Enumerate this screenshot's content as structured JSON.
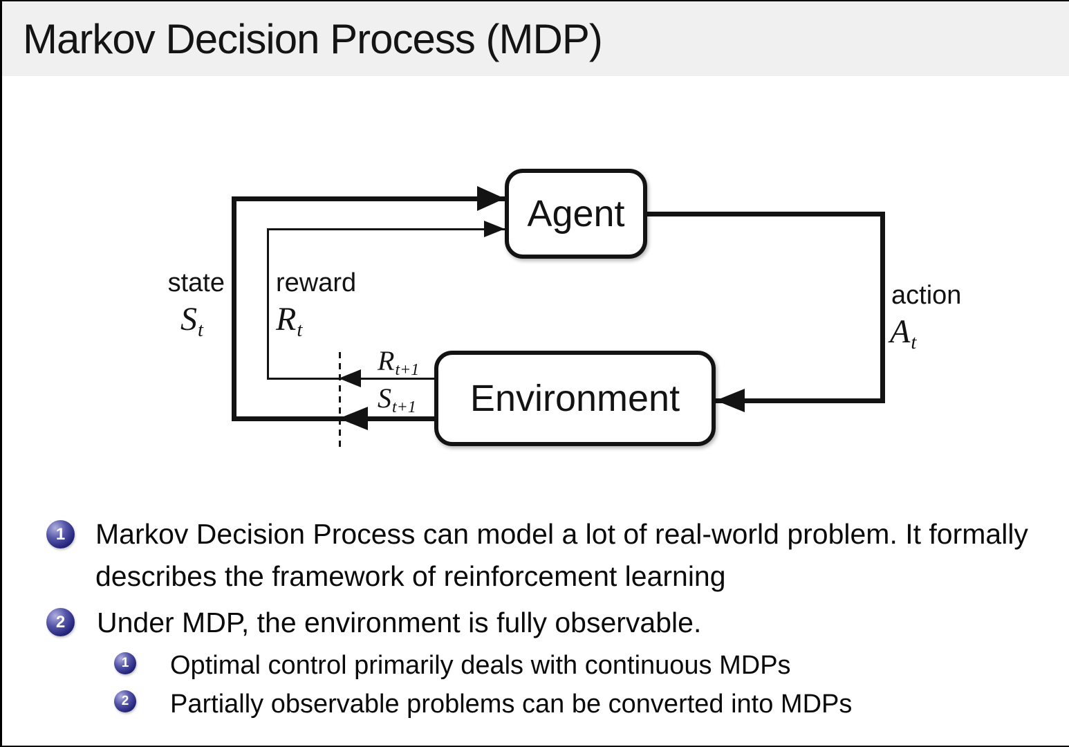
{
  "slide": {
    "title": "Markov Decision Process (MDP)"
  },
  "diagram": {
    "agent_label": "Agent",
    "environment_label": "Environment",
    "state_label": "state",
    "state_symbol": "S",
    "state_sub": "t",
    "reward_label": "reward",
    "reward_symbol": "R",
    "reward_sub": "t",
    "action_label": "action",
    "action_symbol": "A",
    "action_sub": "t",
    "next_reward_symbol": "R",
    "next_reward_sub": "t+1",
    "next_state_symbol": "S",
    "next_state_sub": "t+1"
  },
  "bullets": [
    {
      "marker": "1",
      "text": "Markov Decision Process can model a lot of real-world problem. It formally describes the framework of reinforcement learning"
    },
    {
      "marker": "2",
      "text": "Under MDP, the environment is fully observable.",
      "sub": [
        {
          "marker": "1",
          "text": "Optimal control primarily deals with continuous MDPs"
        },
        {
          "marker": "2",
          "text": "Partially observable problems can be converted into MDPs"
        }
      ]
    }
  ],
  "colors": {
    "title_band": "#f0f0f1",
    "diagram_ink": "#131313",
    "bullet_ball_blue": "#24247c",
    "background": "#ffffff"
  }
}
